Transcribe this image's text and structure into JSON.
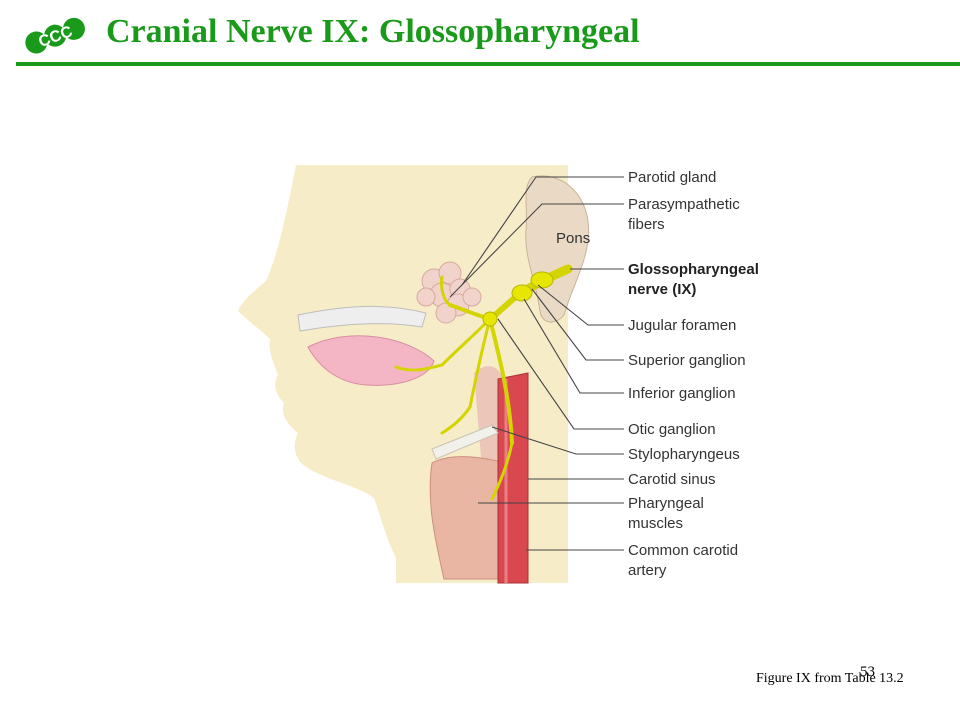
{
  "slide": {
    "title": "Cranial Nerve IX: Glossopharyngeal",
    "page_number": "53",
    "caption": "Figure IX from Table 13.2"
  },
  "logo": {
    "text": "CCC"
  },
  "figure": {
    "inner_label": "Pons",
    "labels": [
      {
        "lines": [
          "Parotid gland"
        ],
        "bold": false
      },
      {
        "lines": [
          "Parasympathetic",
          "fibers"
        ],
        "bold": false
      },
      {
        "lines": [
          "Glossopharyngeal",
          "nerve (IX)"
        ],
        "bold": true
      },
      {
        "lines": [
          "Jugular foramen"
        ],
        "bold": false
      },
      {
        "lines": [
          "Superior ganglion"
        ],
        "bold": false
      },
      {
        "lines": [
          "Inferior ganglion"
        ],
        "bold": false
      },
      {
        "lines": [
          "Otic ganglion"
        ],
        "bold": false
      },
      {
        "lines": [
          "Stylopharyngeus"
        ],
        "bold": false
      },
      {
        "lines": [
          "Carotid sinus"
        ],
        "bold": false
      },
      {
        "lines": [
          "Pharyngeal",
          "muscles"
        ],
        "bold": false
      },
      {
        "lines": [
          "Common carotid",
          "artery"
        ],
        "bold": false
      }
    ]
  },
  "colors": {
    "title": "#1a9a1a",
    "nerve": "#d4d400",
    "skin": "#f6ecc8",
    "artery": "#d9474f"
  }
}
